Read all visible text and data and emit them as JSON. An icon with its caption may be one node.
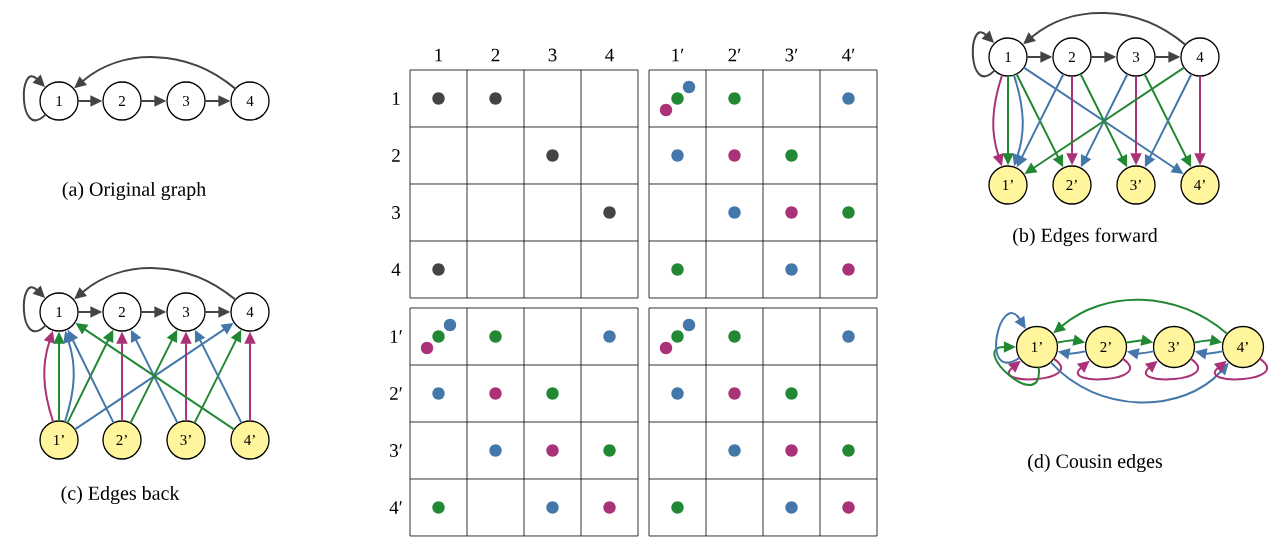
{
  "diagram": {
    "nodes": [
      {
        "text": [
          "1"
        ]
      },
      {
        "text": [
          "2"
        ]
      },
      {
        "text": [
          "3"
        ]
      },
      {
        "text": [
          "4"
        ]
      },
      {
        "text": [
          "1"
        ]
      },
      {
        "text": [
          "2"
        ]
      },
      {
        "text": [
          "3"
        ]
      },
      {
        "text": [
          "4"
        ]
      },
      {
        "text": [
          "1’"
        ]
      },
      {
        "text": [
          "2’"
        ]
      },
      {
        "text": [
          "3’"
        ]
      },
      {
        "text": [
          "4’"
        ]
      },
      {
        "text": [
          "1"
        ]
      },
      {
        "text": [
          "2"
        ]
      },
      {
        "text": [
          "3"
        ]
      },
      {
        "text": [
          "4"
        ]
      },
      {
        "text": [
          "1’"
        ]
      },
      {
        "text": [
          "2’"
        ]
      },
      {
        "text": [
          "3’"
        ]
      },
      {
        "text": [
          "4’"
        ]
      },
      {
        "text": [
          "1’"
        ]
      },
      {
        "text": [
          "2’"
        ]
      },
      {
        "text": [
          "3’"
        ]
      },
      {
        "text": [
          "4’"
        ]
      }
    ],
    "edges": [
      {
        "from": 0,
        "to": 0,
        "arrow": "to",
        "color": "#444444"
      },
      {
        "from": 0,
        "to": 1,
        "arrow": "to",
        "color": "#444444"
      },
      {
        "from": 1,
        "to": 2,
        "arrow": "to",
        "color": "#444444"
      },
      {
        "from": 2,
        "to": 3,
        "arrow": "to",
        "color": "#444444"
      },
      {
        "from": 3,
        "to": 0,
        "arrow": "to",
        "color": "#444444"
      },
      {
        "from": 4,
        "to": 4,
        "arrow": "to",
        "color": "#444444"
      },
      {
        "from": 4,
        "to": 5,
        "arrow": "to",
        "color": "#444444"
      },
      {
        "from": 5,
        "to": 6,
        "arrow": "to",
        "color": "#444444"
      },
      {
        "from": 6,
        "to": 7,
        "arrow": "to",
        "color": "#444444"
      },
      {
        "from": 7,
        "to": 4,
        "arrow": "to",
        "color": "#444444"
      },
      {
        "from": 4,
        "to": 8,
        "arrow": "to",
        "color": "#aa3377"
      },
      {
        "from": 4,
        "to": 8,
        "arrow": "to",
        "color": "#228833"
      },
      {
        "from": 4,
        "to": 8,
        "arrow": "to",
        "color": "#4477aa"
      },
      {
        "from": 4,
        "to": 9,
        "arrow": "to",
        "color": "#228833"
      },
      {
        "from": 4,
        "to": 11,
        "arrow": "to",
        "color": "#4477aa"
      },
      {
        "from": 5,
        "to": 8,
        "arrow": "to",
        "color": "#4477aa"
      },
      {
        "from": 5,
        "to": 9,
        "arrow": "to",
        "color": "#aa3377"
      },
      {
        "from": 5,
        "to": 10,
        "arrow": "to",
        "color": "#228833"
      },
      {
        "from": 6,
        "to": 9,
        "arrow": "to",
        "color": "#4477aa"
      },
      {
        "from": 6,
        "to": 10,
        "arrow": "to",
        "color": "#aa3377"
      },
      {
        "from": 6,
        "to": 11,
        "arrow": "to",
        "color": "#228833"
      },
      {
        "from": 7,
        "to": 8,
        "arrow": "to",
        "color": "#228833"
      },
      {
        "from": 7,
        "to": 10,
        "arrow": "to",
        "color": "#4477aa"
      },
      {
        "from": 7,
        "to": 11,
        "arrow": "to",
        "color": "#aa3377"
      },
      {
        "from": 12,
        "to": 12,
        "arrow": "to",
        "color": "#444444"
      },
      {
        "from": 12,
        "to": 13,
        "arrow": "to",
        "color": "#444444"
      },
      {
        "from": 13,
        "to": 14,
        "arrow": "to",
        "color": "#444444"
      },
      {
        "from": 14,
        "to": 15,
        "arrow": "to",
        "color": "#444444"
      },
      {
        "from": 15,
        "to": 12,
        "arrow": "to",
        "color": "#444444"
      },
      {
        "from": 16,
        "to": 12,
        "arrow": "to",
        "color": "#aa3377"
      },
      {
        "from": 16,
        "to": 12,
        "arrow": "to",
        "color": "#228833"
      },
      {
        "from": 16,
        "to": 12,
        "arrow": "to",
        "color": "#4477aa"
      },
      {
        "from": 16,
        "to": 13,
        "arrow": "to",
        "color": "#228833"
      },
      {
        "from": 16,
        "to": 15,
        "arrow": "to",
        "color": "#4477aa"
      },
      {
        "from": 17,
        "to": 12,
        "arrow": "to",
        "color": "#4477aa"
      },
      {
        "from": 17,
        "to": 13,
        "arrow": "to",
        "color": "#aa3377"
      },
      {
        "from": 17,
        "to": 14,
        "arrow": "to",
        "color": "#228833"
      },
      {
        "from": 18,
        "to": 13,
        "arrow": "to",
        "color": "#4477aa"
      },
      {
        "from": 18,
        "to": 14,
        "arrow": "to",
        "color": "#aa3377"
      },
      {
        "from": 18,
        "to": 15,
        "arrow": "to",
        "color": "#228833"
      },
      {
        "from": 19,
        "to": 12,
        "arrow": "to",
        "color": "#228833"
      },
      {
        "from": 19,
        "to": 14,
        "arrow": "to",
        "color": "#4477aa"
      },
      {
        "from": 19,
        "to": 15,
        "arrow": "to",
        "color": "#aa3377"
      },
      {
        "from": 20,
        "to": 20,
        "arrow": "to",
        "color": "#aa3377"
      },
      {
        "from": 20,
        "to": 20,
        "arrow": "to",
        "color": "#228833"
      },
      {
        "from": 20,
        "to": 20,
        "arrow": "to",
        "color": "#4477aa"
      },
      {
        "from": 20,
        "to": 21,
        "arrow": "to",
        "color": "#228833"
      },
      {
        "from": 20,
        "to": 23,
        "arrow": "to",
        "color": "#4477aa"
      },
      {
        "from": 21,
        "to": 20,
        "arrow": "to",
        "color": "#4477aa"
      },
      {
        "from": 21,
        "to": 21,
        "arrow": "to",
        "color": "#aa3377"
      },
      {
        "from": 21,
        "to": 22,
        "arrow": "to",
        "color": "#228833"
      },
      {
        "from": 22,
        "to": 21,
        "arrow": "to",
        "color": "#4477aa"
      },
      {
        "from": 22,
        "to": 22,
        "arrow": "to",
        "color": "#aa3377"
      },
      {
        "from": 22,
        "to": 23,
        "arrow": "to",
        "color": "#228833"
      },
      {
        "from": 23,
        "to": 20,
        "arrow": "to",
        "color": "#228833"
      },
      {
        "from": 23,
        "to": 22,
        "arrow": "to",
        "color": "#4477aa"
      },
      {
        "from": 23,
        "to": 23,
        "arrow": "to",
        "color": "#aa3377"
      }
    ],
    "labels": [
      "1",
      "2",
      "3",
      "4",
      "1′",
      "2′",
      "3′",
      "4′",
      "1",
      "2",
      "3",
      "4",
      "1′",
      "2′",
      "3′",
      "4′",
      "(a) Original graph",
      "(b) Edges forward",
      "(c) Edges back",
      "(d) Cousin edges"
    ]
  }
}
